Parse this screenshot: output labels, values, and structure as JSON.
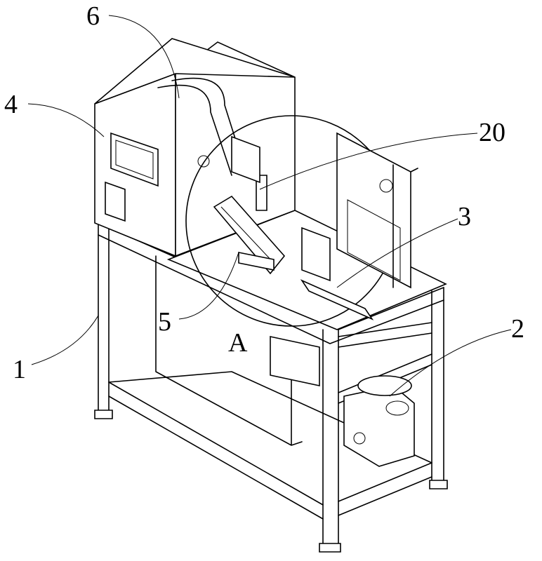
{
  "figure": {
    "labels": {
      "l6": "6",
      "l4": "4",
      "l20": "20",
      "l3": "3",
      "l5": "5",
      "lA": "A",
      "l2": "2",
      "l1": "1"
    }
  }
}
